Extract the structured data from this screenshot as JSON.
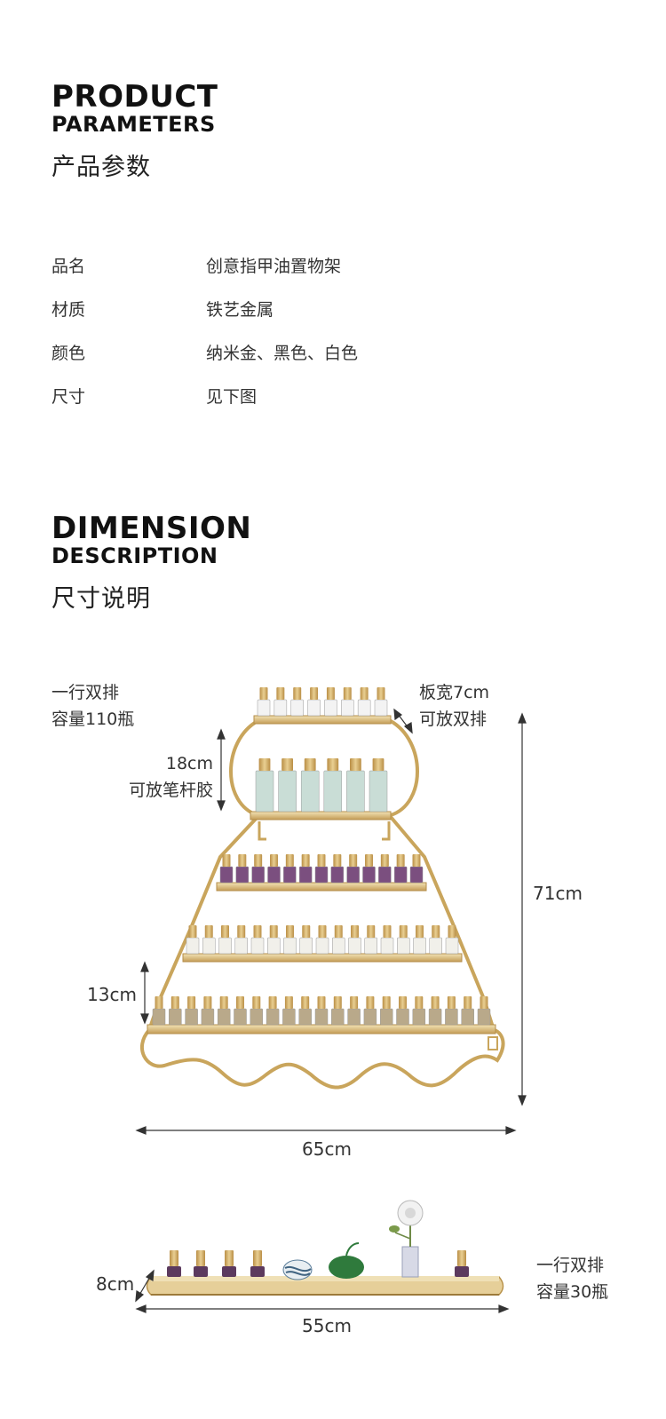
{
  "product_section": {
    "title_line1": "PRODUCT",
    "title_line2": "PARAMETERS",
    "title_cn": "产品参数"
  },
  "params": [
    {
      "label": "品名",
      "value": "创意指甲油置物架"
    },
    {
      "label": "材质",
      "value": "铁艺金属"
    },
    {
      "label": "颜色",
      "value": "纳米金、黑色、白色"
    },
    {
      "label": "尺寸",
      "value": "见下图"
    }
  ],
  "dimension_section": {
    "title_line1": "DIMENSION",
    "title_line2": "DESCRIPTION",
    "title_cn": "尺寸说明"
  },
  "large_rack": {
    "capacity_line1": "一行双排",
    "capacity_line2": "容量110瓶",
    "board_line1": "板宽7cm",
    "board_line2": "可放双排",
    "gap_value": "18cm",
    "gap_note": "可放笔杆胶",
    "tier_gap": "13cm",
    "height": "71cm",
    "width": "65cm"
  },
  "small_rack": {
    "depth": "8cm",
    "width": "55cm",
    "capacity_line1": "一行双排",
    "capacity_line2": "容量30瓶"
  },
  "colors": {
    "gold": "#c9a55c",
    "gold_light": "#e2c98f",
    "purple": "#7b4f7f",
    "mint": "#b9d6cc",
    "cream": "#efe6cf"
  }
}
